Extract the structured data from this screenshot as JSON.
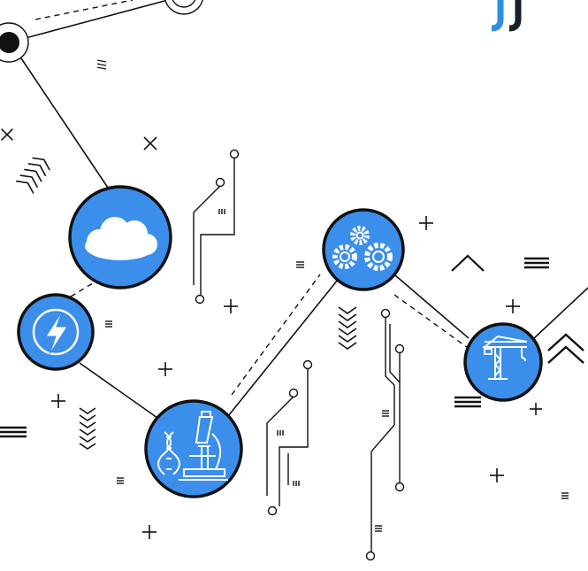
{
  "colors": {
    "node_fill": "#3b8eea",
    "node_stroke": "#111111",
    "line": "#111111",
    "icon": "#ffffff",
    "logo_blue": "#2f8fe6",
    "logo_dark": "#1b1f2a"
  },
  "logo": {
    "icon": "jj-monogram-logo"
  },
  "nodes": [
    {
      "id": "cloud",
      "icon": "cloud-icon"
    },
    {
      "id": "lightning",
      "icon": "lightning-bolt-icon"
    },
    {
      "id": "science",
      "icon": "microscope-dna-icon"
    },
    {
      "id": "gears",
      "icon": "gears-icon"
    },
    {
      "id": "crane",
      "icon": "construction-crane-icon"
    }
  ]
}
